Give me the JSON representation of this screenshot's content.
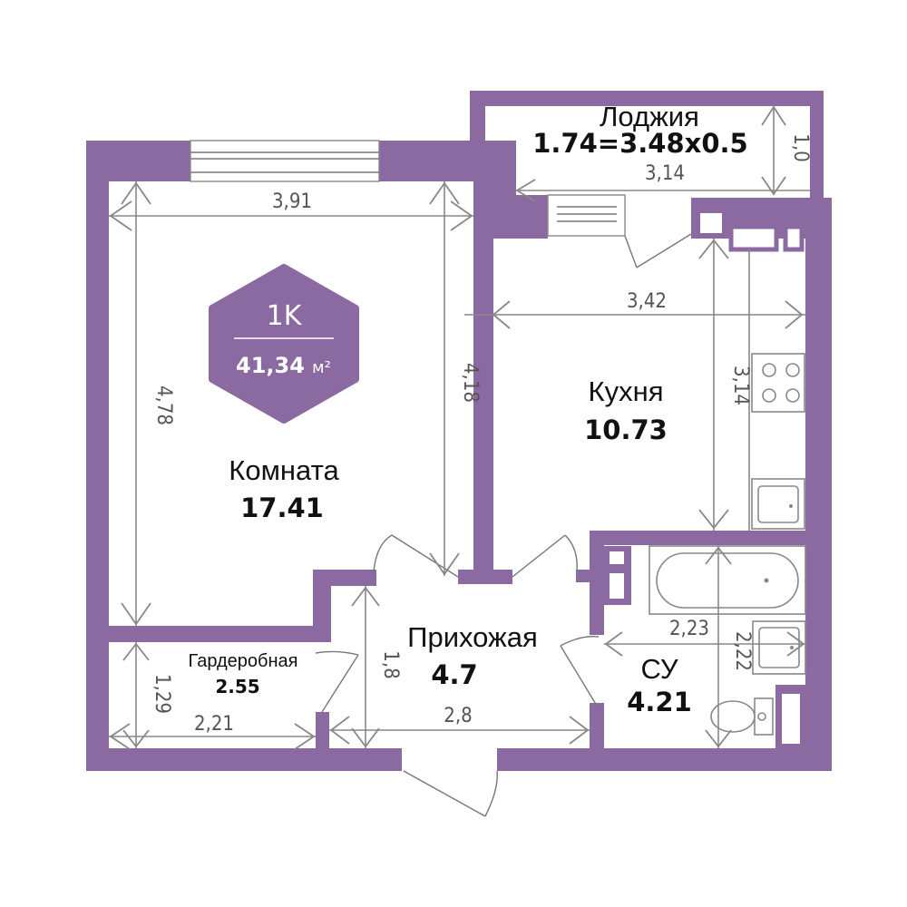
{
  "badge": {
    "type": "1K",
    "area": "41,34",
    "unit": "м²"
  },
  "rooms": {
    "loggia": {
      "name": "Лоджия",
      "area": "1.74=3.48x0.5"
    },
    "room": {
      "name": "Комната",
      "area": "17.41"
    },
    "kitchen": {
      "name": "Кухня",
      "area": "10.73"
    },
    "hall": {
      "name": "Прихожая",
      "area": "4.7"
    },
    "wardrobe": {
      "name": "Гардеробная",
      "area": "2.55"
    },
    "bathroom": {
      "name": "СУ",
      "area": "4.21"
    }
  },
  "dimensions": {
    "room_width": "3,91",
    "room_length": "4,78",
    "room_inner": "4,18",
    "loggia_width": "3,14",
    "loggia_depth": "1,0",
    "kitchen_width": "3,42",
    "kitchen_length": "3,14",
    "wardrobe_width": "2,21",
    "wardrobe_depth": "1,29",
    "hall_width": "2,8",
    "hall_depth": "1,8",
    "bath_width": "2,23",
    "bath_depth": "2,22"
  },
  "colors": {
    "wall": "#8a6aa0",
    "badge": "#8a6aa0",
    "dimension": "#888888"
  }
}
